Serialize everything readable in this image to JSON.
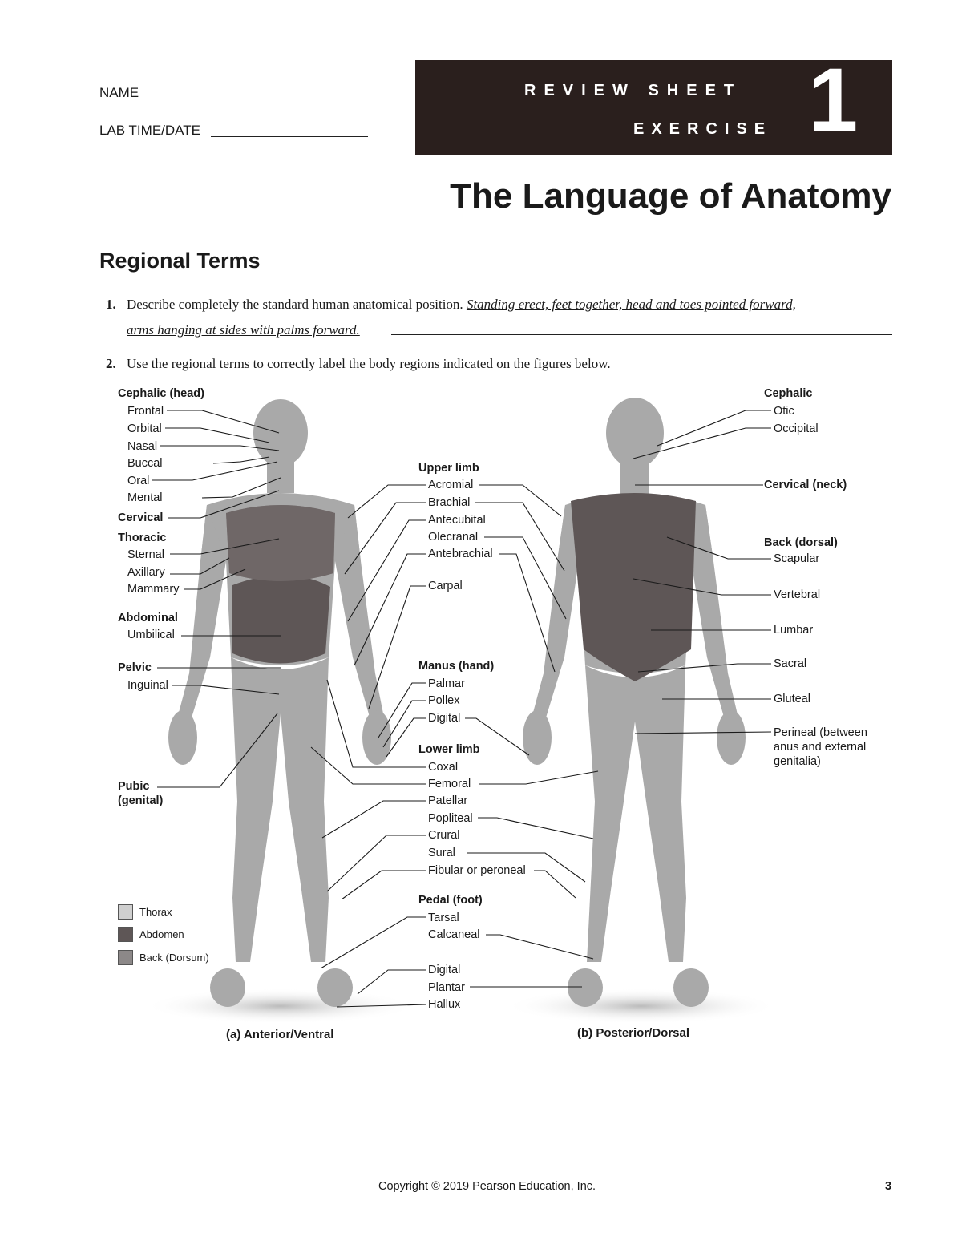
{
  "header": {
    "name_label": "NAME",
    "labtime_label": "LAB TIME/DATE",
    "banner_line1": "REVIEW SHEET",
    "banner_line2": "EXERCISE",
    "exercise_number": "1"
  },
  "title": "The Language of Anatomy",
  "section": "Regional Terms",
  "q1": {
    "number": "1.",
    "prompt": "Describe completely the standard human anatomical position.",
    "answer_line1": "Standing erect, feet together, head and toes pointed forward,",
    "answer_line2": "arms hanging at sides with palms forward."
  },
  "q2": {
    "number": "2.",
    "prompt": "Use the regional terms to correctly label the body regions indicated on the figures below."
  },
  "figure": {
    "left": {
      "cephalic_head": "Cephalic (head)",
      "frontal": "Frontal",
      "orbital": "Orbital",
      "nasal": "Nasal",
      "buccal": "Buccal",
      "oral": "Oral",
      "mental": "Mental",
      "cervical": "Cervical",
      "thoracic": "Thoracic",
      "sternal": "Sternal",
      "axillary": "Axillary",
      "mammary": "Mammary",
      "abdominal": "Abdominal",
      "umbilical": "Umbilical",
      "pelvic": "Pelvic",
      "inguinal": "Inguinal",
      "pubic1": "Pubic",
      "pubic2": "(genital)"
    },
    "center": {
      "upper_limb": "Upper limb",
      "acromial": "Acromial",
      "brachial": "Brachial",
      "antecubital": "Antecubital",
      "olecranal": "Olecranal",
      "antebrachial": "Antebrachial",
      "carpal": "Carpal",
      "manus": "Manus (hand)",
      "palmar": "Palmar",
      "pollex": "Pollex",
      "digital_hand": "Digital",
      "lower_limb": "Lower limb",
      "coxal": "Coxal",
      "femoral": "Femoral",
      "patellar": "Patellar",
      "popliteal": "Popliteal",
      "crural": "Crural",
      "sural": "Sural",
      "fibular": "Fibular or peroneal",
      "pedal": "Pedal (foot)",
      "tarsal": "Tarsal",
      "calcaneal": "Calcaneal",
      "digital_foot": "Digital",
      "plantar": "Plantar",
      "hallux": "Hallux"
    },
    "right": {
      "cephalic": "Cephalic",
      "otic": "Otic",
      "occipital": "Occipital",
      "cervical_neck": "Cervical (neck)",
      "back_dorsal": "Back (dorsal)",
      "scapular": "Scapular",
      "vertebral": "Vertebral",
      "lumbar": "Lumbar",
      "sacral": "Sacral",
      "gluteal": "Gluteal",
      "perineal1": "Perineal (between",
      "perineal2": "anus and external",
      "perineal3": "genitalia)"
    },
    "legend": {
      "thorax": "Thorax",
      "abdomen": "Abdomen",
      "back": "Back (Dorsum)"
    },
    "caption_a": "(a) Anterior/Ventral",
    "caption_b": "(b) Posterior/Dorsal"
  },
  "footer": {
    "copyright": "Copyright © 2019 Pearson Education, Inc.",
    "page_number": "3"
  },
  "colors": {
    "banner": "#2a1f1d",
    "body_tone": "#a9a9a9",
    "region_dark": "#5e5656",
    "legend_thorax": "#cfcfcf",
    "legend_abdomen": "#5e5656",
    "legend_back": "#8c8888"
  }
}
